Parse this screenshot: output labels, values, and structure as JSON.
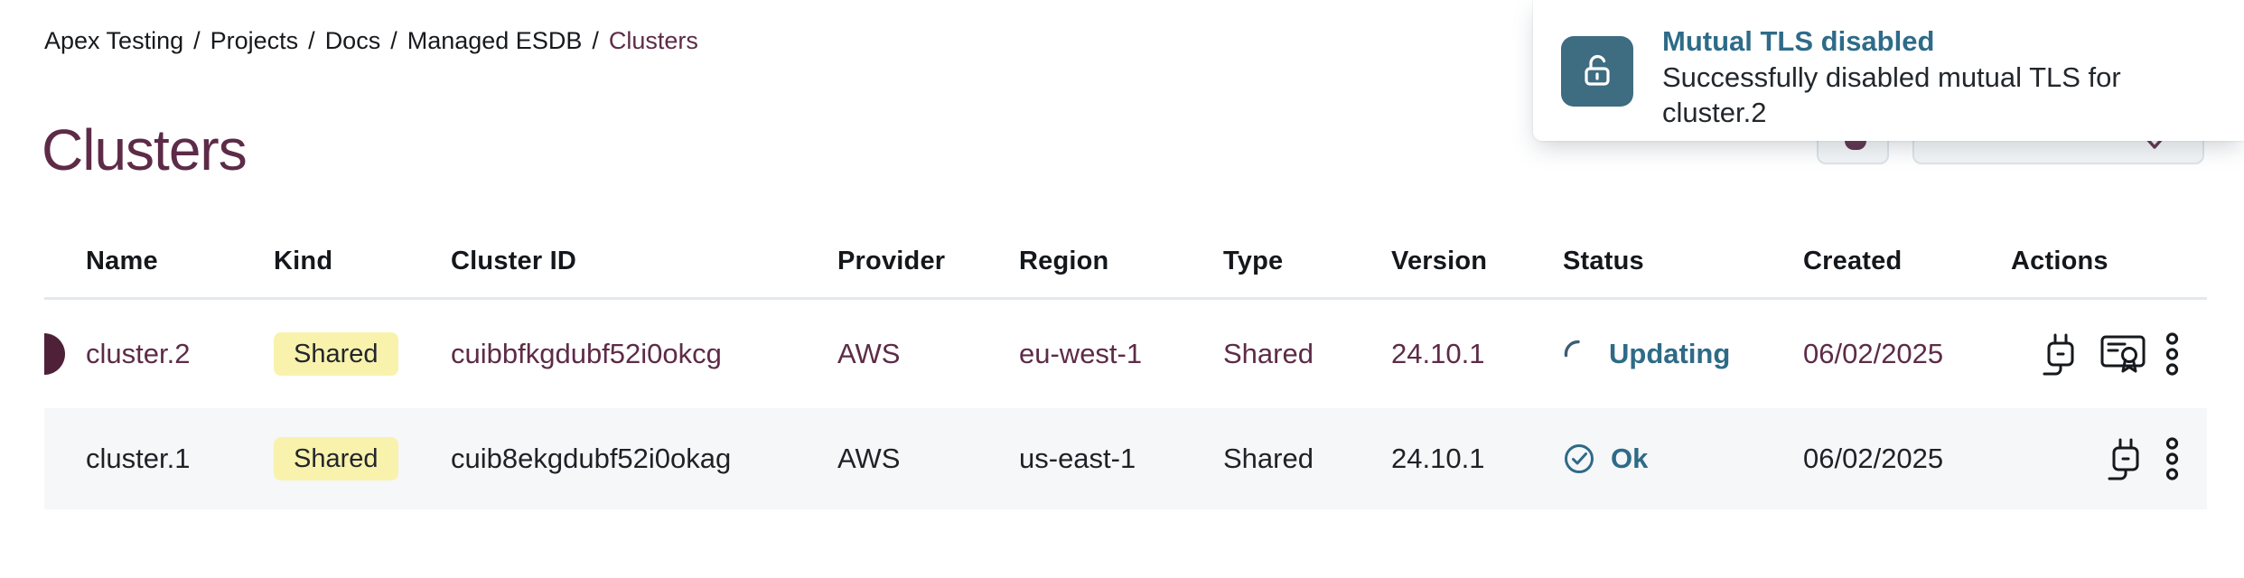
{
  "breadcrumb": {
    "items": [
      "Apex Testing",
      "Projects",
      "Docs",
      "Managed ESDB"
    ],
    "current": "Clusters",
    "separator": "/"
  },
  "page": {
    "title": "Clusters"
  },
  "toast": {
    "icon": "lock-open-icon",
    "title": "Mutual TLS disabled",
    "message": "Successfully disabled mutual TLS for cluster.2"
  },
  "toolbar": {
    "partially_hidden_buttons": [
      {
        "name": "refresh",
        "icon": "refresh-icon-fragment"
      },
      {
        "name": "dropdown",
        "icon": "chevron-down-icon-fragment"
      }
    ]
  },
  "table": {
    "columns": [
      "Name",
      "Kind",
      "Cluster ID",
      "Provider",
      "Region",
      "Type",
      "Version",
      "Status",
      "Created",
      "Actions"
    ],
    "rows": [
      {
        "name": "cluster.2",
        "kind": "Shared",
        "cluster_id": "cuibbfkgdubf52i0okcg",
        "provider": "AWS",
        "region": "eu-west-1",
        "type": "Shared",
        "version": "24.10.1",
        "status": {
          "label": "Updating",
          "icon": "spinner-icon"
        },
        "created": "06/02/2025",
        "actions": [
          "connect-icon",
          "certificate-icon",
          "kebab-menu-icon"
        ],
        "accent": true,
        "marker": true
      },
      {
        "name": "cluster.1",
        "kind": "Shared",
        "cluster_id": "cuib8ekgdubf52i0okag",
        "provider": "AWS",
        "region": "us-east-1",
        "type": "Shared",
        "version": "24.10.1",
        "status": {
          "label": "Ok",
          "icon": "check-circle-icon"
        },
        "created": "06/02/2025",
        "actions": [
          "connect-icon",
          "kebab-menu-icon"
        ],
        "accent": false,
        "marker": false
      }
    ]
  },
  "colors": {
    "accent_maroon": "#5d2b47",
    "marker_maroon": "#4f2139",
    "status_teal": "#2e6b87",
    "toast_icon_bg": "#3e6c81",
    "badge_yellow": "#f8f2ad",
    "alt_row_bg": "#f6f7f9",
    "divider": "#e3e9ec",
    "text_dark": "#1e2126"
  }
}
